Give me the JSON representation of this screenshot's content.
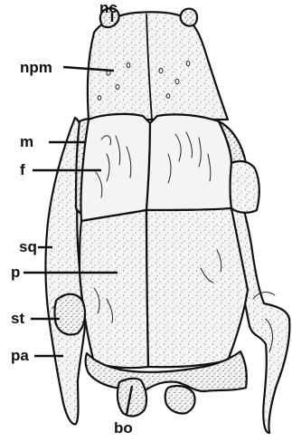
{
  "diagram": {
    "labels": {
      "nc": "nc",
      "npm": "npm",
      "m": "m",
      "f": "f",
      "sq": "sq",
      "p": "p",
      "st": "st",
      "pa": "pa",
      "bo": "bo"
    }
  }
}
